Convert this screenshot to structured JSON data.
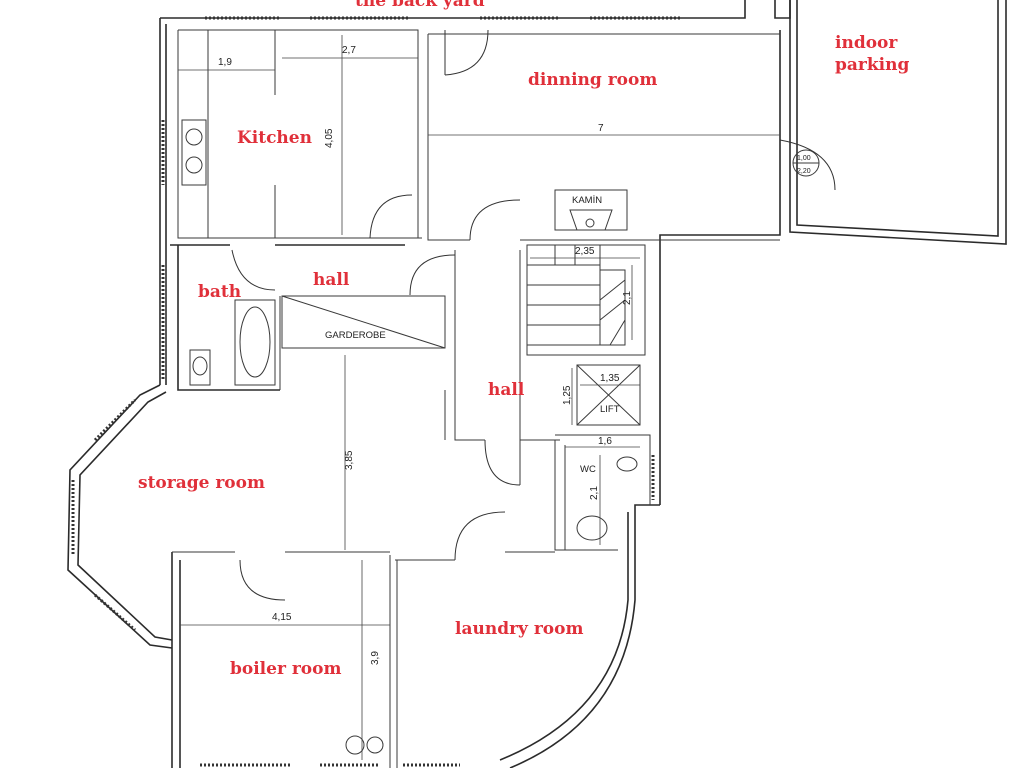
{
  "rooms": {
    "back_yard": "the back yard",
    "indoor_parking_line1": "indoor",
    "indoor_parking_line2": "parking",
    "dinning_room": "dinning room",
    "kitchen": "Kitchen",
    "hall_upper": "hall",
    "hall_center": "hall",
    "bath": "bath",
    "storage_room": "storage room",
    "boiler_room": "boiler room",
    "laundry_room": "laundry room"
  },
  "fixtures": {
    "garderobe": "GARDEROBE",
    "kamin": "KAMİN",
    "lift": "LIFT",
    "wc": "WC",
    "door_tag_top": "1,00",
    "door_tag_bottom": "2,20"
  },
  "dimensions": {
    "kitchen_width_a": "1,9",
    "kitchen_width_b": "2,7",
    "kitchen_depth": "4,05",
    "dinning_length": "7",
    "stair_width": "2,35",
    "stair_depth": "2,1",
    "lift_width": "1,35",
    "lift_depth": "1,25",
    "wc_width": "1,6",
    "wc_depth": "2,1",
    "storage_depth": "3,85",
    "boiler_width": "4,15",
    "boiler_depth": "3,9"
  }
}
